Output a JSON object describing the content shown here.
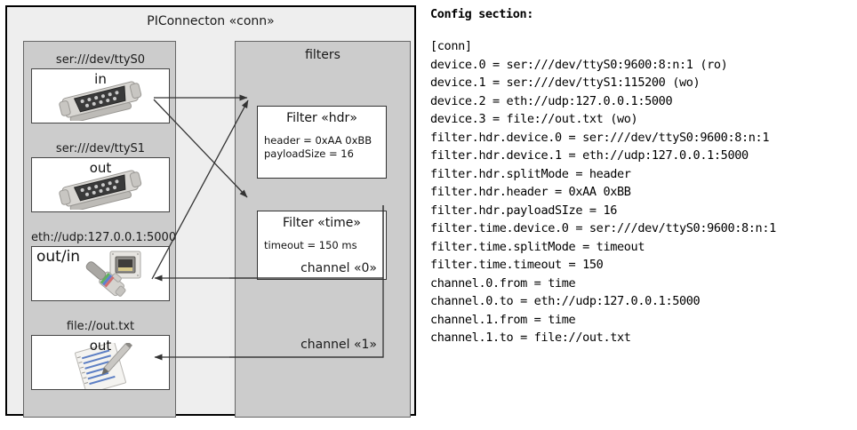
{
  "diagram": {
    "outer_box": {
      "title": "PIConnecton «conn»"
    },
    "devices_panel": {
      "title": "",
      "items": [
        {
          "caption": "ser:///dev/ttyS0",
          "direction_label": "in",
          "icon": "serial-port-icon"
        },
        {
          "caption": "ser:///dev/ttyS1",
          "direction_label": "out",
          "icon": "serial-port-icon"
        },
        {
          "caption": "eth://udp:127.0.0.1:5000",
          "direction_label": "out/in",
          "icon": "ethernet-jack-icon"
        },
        {
          "caption": "file://out.txt",
          "direction_label": "out",
          "icon": "text-document-icon"
        }
      ]
    },
    "filters_panel": {
      "title": "filters",
      "filters": [
        {
          "title": "Filter «hdr»",
          "attributes": [
            "header = 0xAA 0xBB",
            "payloadSize = 16"
          ]
        },
        {
          "title": "Filter «time»",
          "attributes": [
            "timeout = 150 ms"
          ]
        }
      ]
    },
    "channels": [
      {
        "label": "channel «0»"
      },
      {
        "label": "channel «1»"
      }
    ],
    "colors": {
      "outer_fill": "#eeeeee",
      "outer_stroke": "#000000",
      "panel_fill": "#cccccc",
      "panel_stroke": "#666666",
      "node_fill": "#ffffff",
      "node_stroke": "#444444",
      "wire_stroke": "#333333"
    }
  },
  "config": {
    "heading": "Config section:",
    "lines": [
      "[conn]",
      "device.0 = ser:///dev/ttyS0:9600:8:n:1 (ro)",
      "device.1 = ser:///dev/ttyS1:115200 (wo)",
      "device.2 = eth://udp:127.0.0.1:5000",
      "device.3 = file://out.txt (wo)",
      "filter.hdr.device.0 = ser:///dev/ttyS0:9600:8:n:1",
      "filter.hdr.device.1 = eth://udp:127.0.0.1:5000",
      "filter.hdr.splitMode = header",
      "filter.hdr.header = 0xAA 0xBB",
      "filter.hdr.payloadSIze = 16",
      "filter.time.device.0 = ser:///dev/ttyS0:9600:8:n:1",
      "filter.time.splitMode = timeout",
      "filter.time.timeout = 150",
      "channel.0.from = time",
      "channel.0.to = eth://udp:127.0.0.1:5000",
      "channel.1.from = time",
      "channel.1.to = file://out.txt"
    ]
  }
}
